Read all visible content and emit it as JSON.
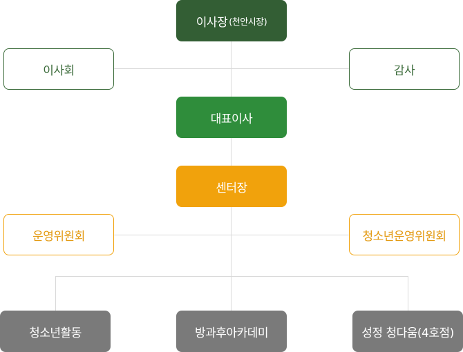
{
  "org": {
    "chairman": {
      "label": "이사장",
      "sub": "(천안시장)"
    },
    "board": "이사회",
    "auditor": "감사",
    "ceo": "대표이사",
    "director": "센터장",
    "steering_committee": "운영위원회",
    "youth_committee": "청소년운영위원회",
    "departments": [
      "청소년활동",
      "방과후아카데미",
      "성정 청다움(4호점)"
    ]
  },
  "colors": {
    "chairman": "#335e34",
    "ceo": "#2f8d3b",
    "director": "#f1a20c",
    "department": "#7a7a7a",
    "connector": "#d9d9d9"
  }
}
